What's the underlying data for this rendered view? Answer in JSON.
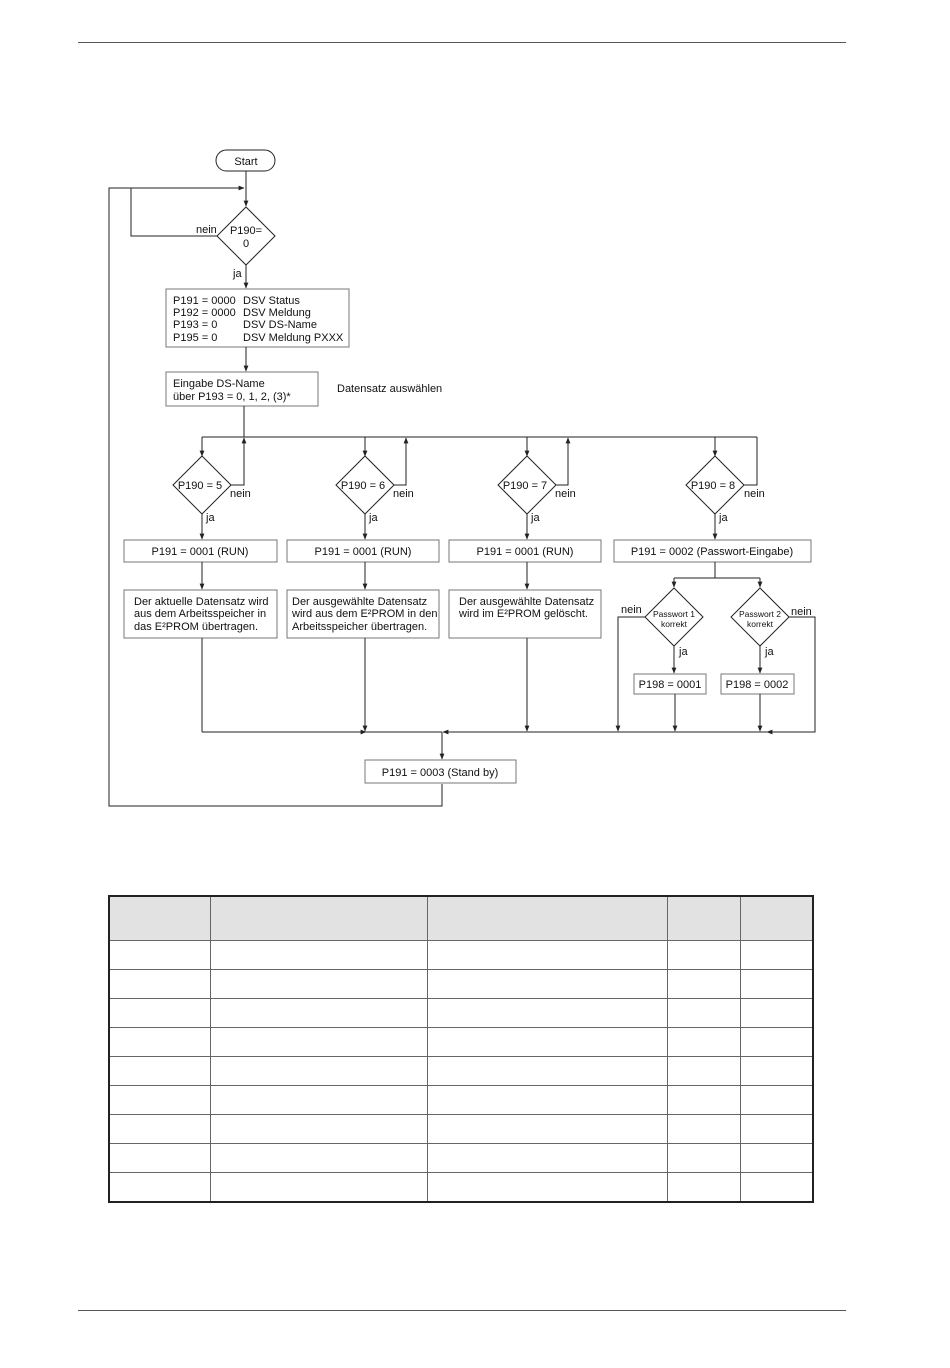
{
  "flowchart": {
    "start": "Start",
    "decision_p190_zero": [
      "P190=",
      "0"
    ],
    "label_nein": "nein",
    "label_ja": "ja",
    "reset_box": {
      "lines": [
        [
          "P191 = 0000",
          "DSV Status"
        ],
        [
          "P192 = 0000",
          "DSV Meldung"
        ],
        [
          "P193 = 0",
          "DSV DS-Name"
        ],
        [
          "P195 = 0",
          "DSV Meldung PXXX"
        ]
      ]
    },
    "input_box": [
      "Eingabe DS-Name",
      "über P193 = 0, 1, 2, (3)*"
    ],
    "input_note": "Datensatz auswählen",
    "branches": [
      {
        "condition": "P190 = 5",
        "status": "P191 = 0001 (RUN)",
        "action": [
          "Der aktuelle Datensatz wird",
          "aus dem Arbeitsspeicher in",
          "das E²PROM übertragen."
        ]
      },
      {
        "condition": "P190 = 6",
        "status": "P191 = 0001 (RUN)",
        "action": [
          "Der ausgewählte Datensatz",
          "wird aus dem E²PROM in den",
          "Arbeitsspeicher übertragen."
        ]
      },
      {
        "condition": "P190 = 7",
        "status": "P191 = 0001 (RUN)",
        "action": [
          "Der ausgewählte Datensatz",
          "wird im E²PROM gelöscht."
        ]
      },
      {
        "condition": "P190 = 8",
        "status": "P191 = 0002 (Passwort-Eingabe)",
        "passwords": [
          {
            "check": [
              "Passwort 1",
              "korrekt"
            ],
            "result": "P198 = 0001"
          },
          {
            "check": [
              "Passwort 2",
              "korrekt"
            ],
            "result": "P198 = 0002"
          }
        ]
      }
    ],
    "standby": "P191 = 0003 (Stand by)"
  },
  "table": {
    "columns": 5,
    "header": [
      "",
      "",
      "",
      "",
      ""
    ],
    "rows": [
      [
        "",
        "",
        "",
        "",
        ""
      ],
      [
        "",
        "",
        "",
        "",
        ""
      ],
      [
        "",
        "",
        "",
        "",
        ""
      ],
      [
        "",
        "",
        "",
        "",
        ""
      ],
      [
        "",
        "",
        "",
        "",
        ""
      ],
      [
        "",
        "",
        "",
        "",
        ""
      ],
      [
        "",
        "",
        "",
        "",
        ""
      ],
      [
        "",
        "",
        "",
        "",
        ""
      ],
      [
        "",
        "",
        "",
        "",
        ""
      ]
    ]
  }
}
